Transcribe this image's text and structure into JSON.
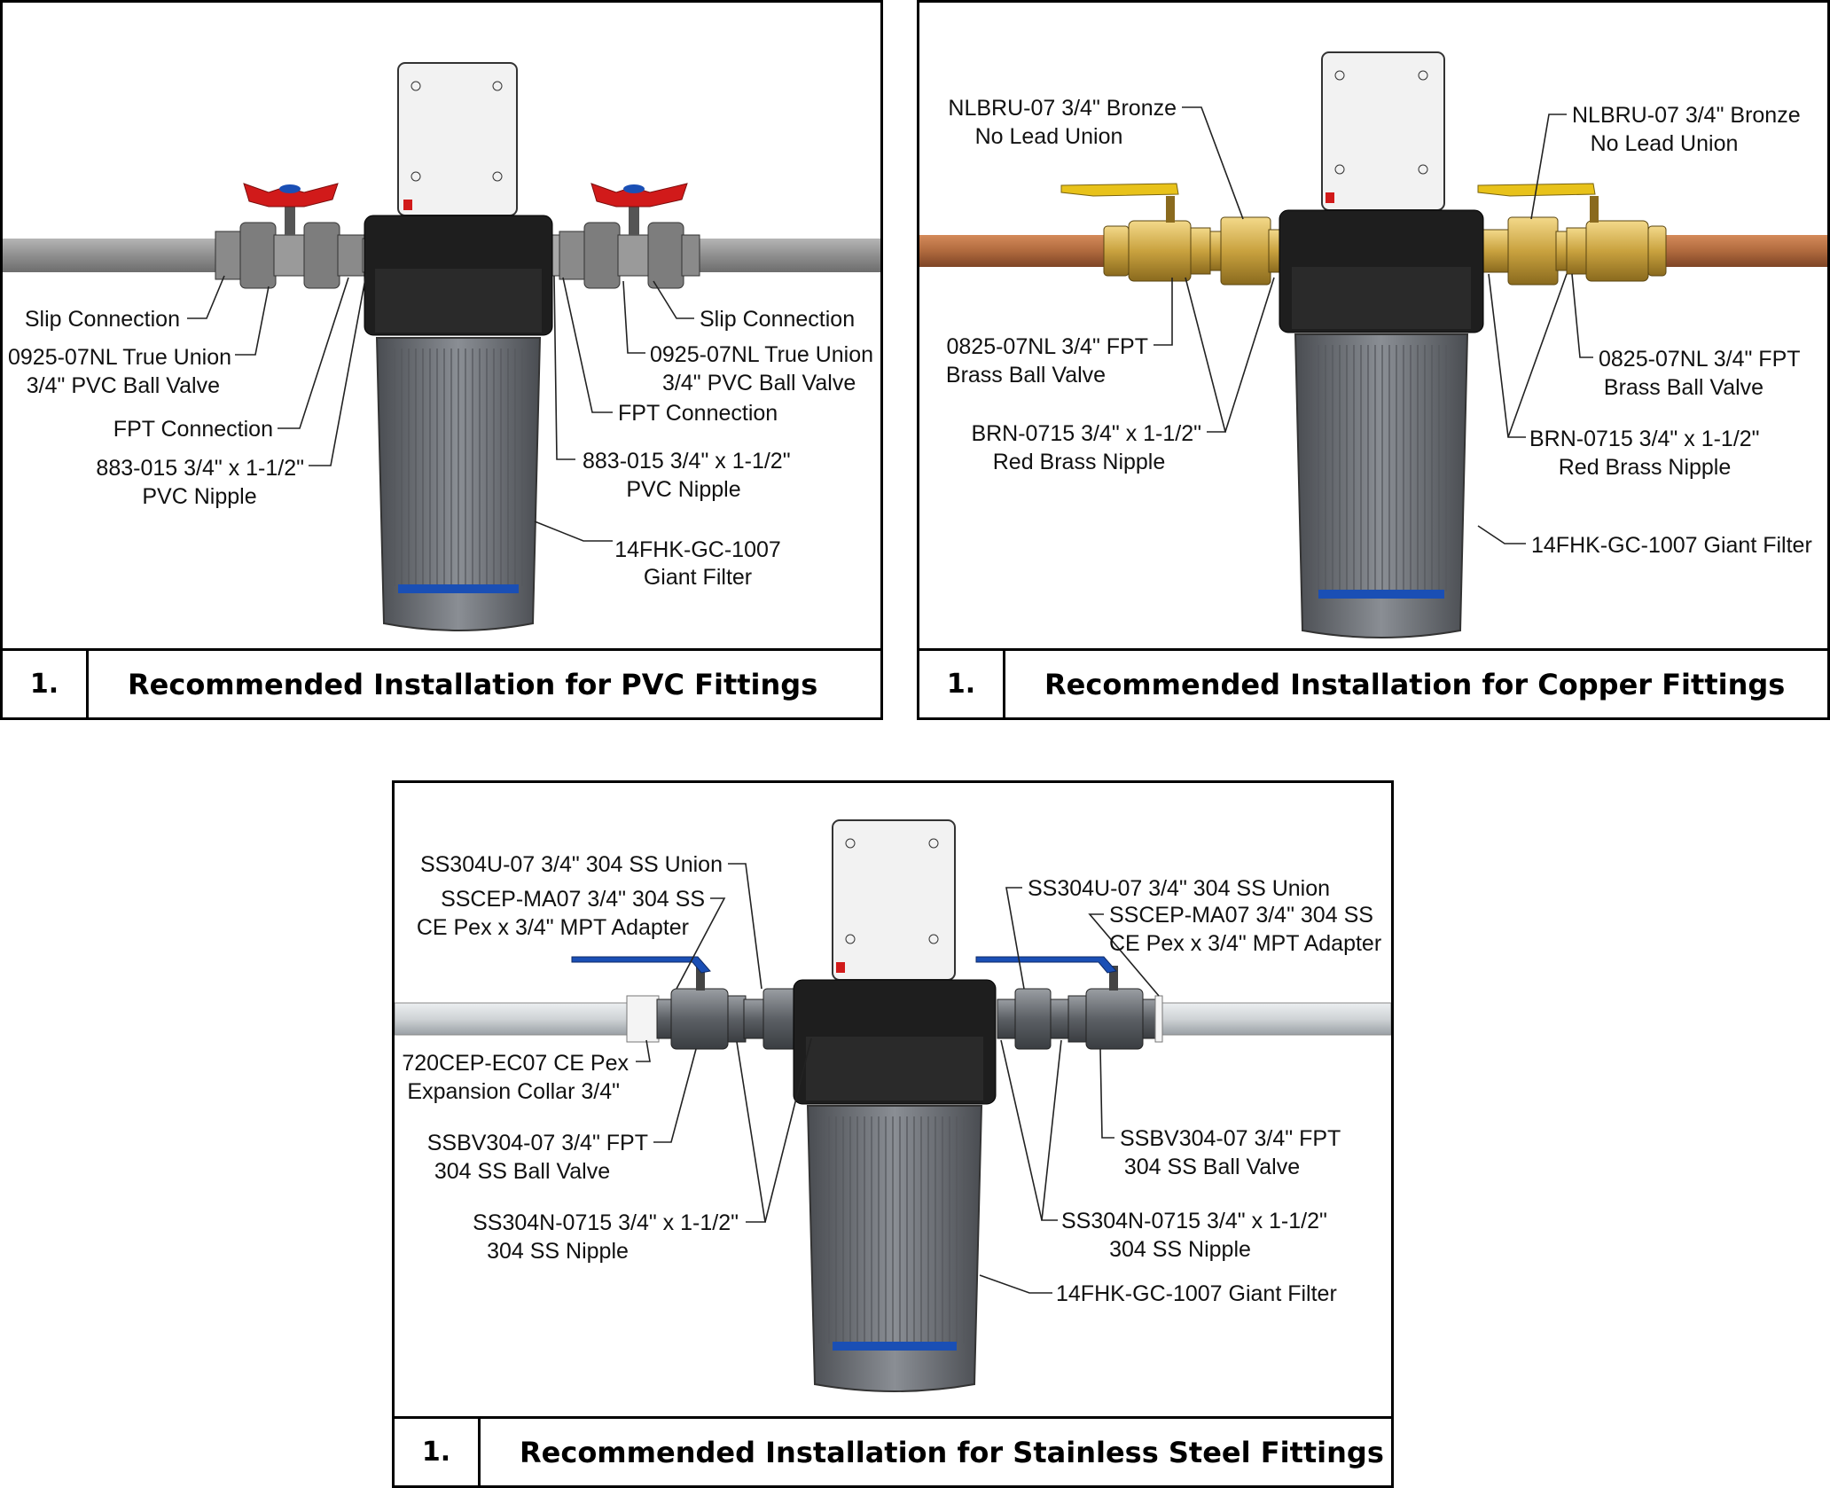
{
  "colors": {
    "pvc_pipe": "#8f8f8f",
    "copper_pipe": "#b06a3e",
    "steel_pipe": "#cfd3d6",
    "valve_handle_red": "#d11a1a",
    "valve_handle_yellow": "#e8c21a",
    "valve_handle_blue": "#1a4fb5",
    "filter_head": "#1e1e1e",
    "filter_bowl": "#6e7176"
  },
  "panels": {
    "pvc": {
      "number": "1.",
      "title": "Recommended Installation for PVC Fittings",
      "labels": {
        "slip_left": "Slip Connection",
        "valve_left_1": "0925-07NL True Union",
        "valve_left_2": "3/4\" PVC Ball Valve",
        "fpt_left": "FPT Connection",
        "nipple_left_1": "883-015 3/4\" x 1-1/2\"",
        "nipple_left_2": "PVC Nipple",
        "slip_right": "Slip Connection",
        "valve_right_1": "0925-07NL True Union",
        "valve_right_2": "3/4\" PVC Ball Valve",
        "fpt_right": "FPT Connection",
        "nipple_right_1": "883-015 3/4\" x 1-1/2\"",
        "nipple_right_2": "PVC Nipple",
        "filter_1": "14FHK-GC-1007",
        "filter_2": "Giant Filter"
      }
    },
    "copper": {
      "number": "1.",
      "title": "Recommended Installation for Copper Fittings",
      "labels": {
        "union_left_1": "NLBRU-07 3/4\" Bronze",
        "union_left_2": "No Lead Union",
        "union_right_1": "NLBRU-07 3/4\" Bronze",
        "union_right_2": "No Lead Union",
        "valve_left_1": "0825-07NL 3/4\" FPT",
        "valve_left_2": "Brass Ball Valve",
        "valve_right_1": "0825-07NL 3/4\" FPT",
        "valve_right_2": "Brass Ball Valve",
        "nipple_left_1": "BRN-0715  3/4\" x 1-1/2\"",
        "nipple_left_2": "Red Brass Nipple",
        "nipple_right_1": "BRN-0715  3/4\" x 1-1/2\"",
        "nipple_right_2": "Red Brass Nipple",
        "filter": "14FHK-GC-1007 Giant Filter"
      }
    },
    "steel": {
      "number": "1.",
      "title": "Recommended Installation for Stainless Steel Fittings",
      "labels": {
        "union_left": "SS304U-07 3/4\" 304 SS Union",
        "adapter_left_1": "SSCEP-MA07  3/4\" 304 SS",
        "adapter_left_2": "CE Pex x 3/4\" MPT Adapter",
        "union_right": "SS304U-07 3/4\" 304 SS Union",
        "adapter_right_1": "SSCEP-MA07  3/4\" 304 SS",
        "adapter_right_2": "CE Pex x 3/4\" MPT Adapter",
        "collar_1": "720CEP-EC07 CE Pex",
        "collar_2": "Expansion Collar 3/4\"",
        "valve_left_1": "SSBV304-07  3/4\" FPT",
        "valve_left_2": "304 SS Ball Valve",
        "valve_right_1": "SSBV304-07  3/4\" FPT",
        "valve_right_2": "304 SS Ball Valve",
        "nipple_left_1": "SS304N-0715  3/4\" x 1-1/2\"",
        "nipple_left_2": "304 SS Nipple",
        "nipple_right_1": "SS304N-0715  3/4\" x 1-1/2\"",
        "nipple_right_2": "304 SS Nipple",
        "filter": "14FHK-GC-1007 Giant Filter"
      }
    }
  }
}
